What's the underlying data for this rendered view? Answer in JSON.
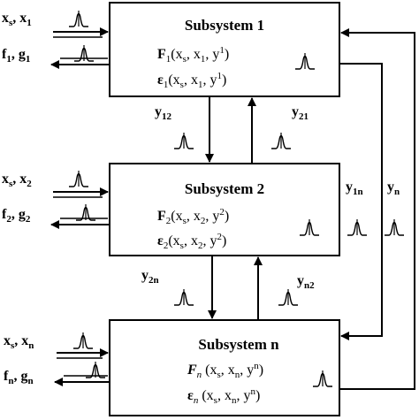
{
  "diagram": {
    "subsystems": [
      {
        "id": "1",
        "title": "Subsystem 1",
        "func_f": {
          "main": "F",
          "sub": "1",
          "args_pre": "(x",
          "args_s": "s",
          "args_mid": ", x",
          "args_sub": "1",
          "args_tail": ", y",
          "sup": "1",
          "close": ")"
        },
        "func_e": {
          "main": "ε",
          "sub": "1",
          "args_pre": "(x",
          "args_s": "s",
          "args_mid": ", x",
          "args_sub": "1",
          "args_tail": ", y",
          "sup": "1",
          "close": ")"
        },
        "inputs": {
          "a": "x",
          "a_sub": "s",
          "b": ", x",
          "b_sub": "1"
        },
        "outputs": {
          "a": "f",
          "a_sub": "1",
          "b": ", g",
          "b_sub": "1"
        }
      },
      {
        "id": "2",
        "title": "Subsystem 2",
        "func_f": {
          "main": "F",
          "sub": "2",
          "args_pre": "(x",
          "args_s": "s",
          "args_mid": ", x",
          "args_sub": "2",
          "args_tail": ", y",
          "sup": "2",
          "close": ")"
        },
        "func_e": {
          "main": "ε",
          "sub": "2",
          "args_pre": "(x",
          "args_s": "s",
          "args_mid": ", x",
          "args_sub": "2",
          "args_tail": ", y",
          "sup": "2",
          "close": ")"
        },
        "inputs": {
          "a": "x",
          "a_sub": "s",
          "b": ", x",
          "b_sub": "2"
        },
        "outputs": {
          "a": "f",
          "a_sub": "2",
          "b": ", g",
          "b_sub": "2"
        }
      },
      {
        "id": "n",
        "title": "Subsystem n",
        "func_f": {
          "main": "F",
          "sub": "n",
          "args_pre": " (x",
          "args_s": "s",
          "args_mid": ", x",
          "args_sub": "n",
          "args_tail": ", y",
          "sup": "n",
          "close": ")"
        },
        "func_e": {
          "main": "ε",
          "sub": "n",
          "args_pre": " (x",
          "args_s": "s",
          "args_mid": ", x",
          "args_sub": "n",
          "args_tail": ", y",
          "sup": "n",
          "close": ")"
        },
        "inputs": {
          "a": "x",
          "a_sub": "s",
          "b": ", x",
          "b_sub": "n"
        },
        "outputs": {
          "a": "f",
          "a_sub": "n",
          "b": ", g",
          "b_sub": "n"
        }
      }
    ],
    "couplings": {
      "y12": {
        "main": "y",
        "sub": "12"
      },
      "y21": {
        "main": "y",
        "sub": "21"
      },
      "y2n": {
        "main": "y",
        "sub": "2n"
      },
      "yn2": {
        "main": "y",
        "sub": "n2"
      },
      "y1n": {
        "main": "y",
        "sub": "1n"
      },
      "yn": {
        "main": "y",
        "sub": "n"
      }
    }
  }
}
